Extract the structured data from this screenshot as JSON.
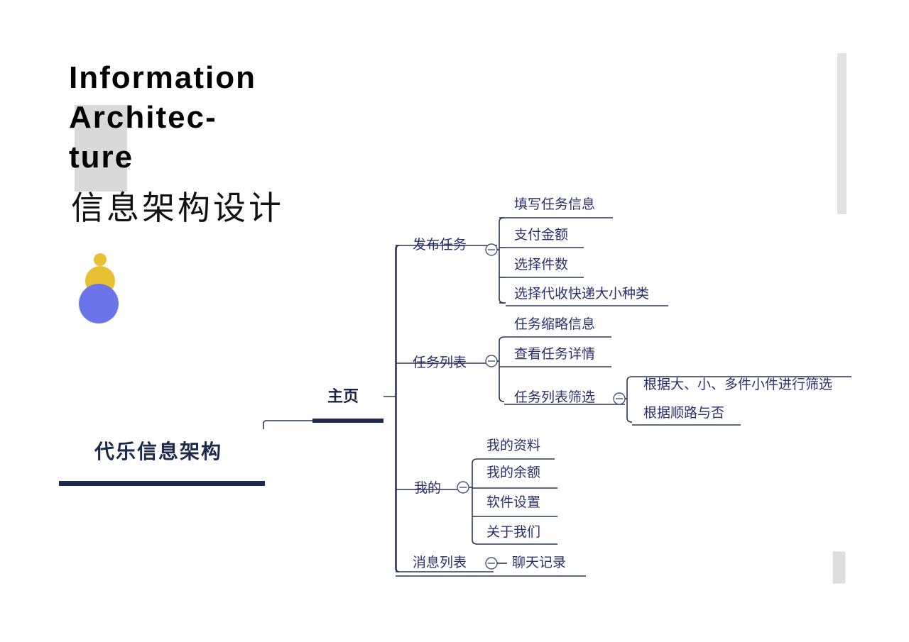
{
  "slide": {
    "title_en": "Information\nArchitec-\nture",
    "title_cn": "信息架构设计",
    "footer_label": "代乐信息架构",
    "accent_navy": "#1d2a4d",
    "node_text_color": "#2b2f6e",
    "highlight_gray": "#d9d9d9",
    "glyph_yellow": "#e8c033",
    "glyph_blue": "#6b74e8"
  },
  "mindmap": {
    "root": "主页",
    "toggle_icon": "minus-circle-icon",
    "branches": [
      {
        "label": "发布任务",
        "children": [
          {
            "label": "填写任务信息"
          },
          {
            "label": "支付金额"
          },
          {
            "label": "选择件数"
          },
          {
            "label": "选择代收快递大小种类"
          }
        ]
      },
      {
        "label": "任务列表",
        "children": [
          {
            "label": "任务缩略信息"
          },
          {
            "label": "查看任务详情"
          },
          {
            "label": "任务列表筛选",
            "children": [
              {
                "label": "根据大、小、多件小件进行筛选"
              },
              {
                "label": "根据顺路与否"
              }
            ]
          }
        ]
      },
      {
        "label": "我的",
        "children": [
          {
            "label": "我的资料"
          },
          {
            "label": "我的余额"
          },
          {
            "label": "软件设置"
          },
          {
            "label": "关于我们"
          }
        ]
      },
      {
        "label": "消息列表",
        "children": [
          {
            "label": "聊天记录"
          }
        ]
      }
    ]
  }
}
